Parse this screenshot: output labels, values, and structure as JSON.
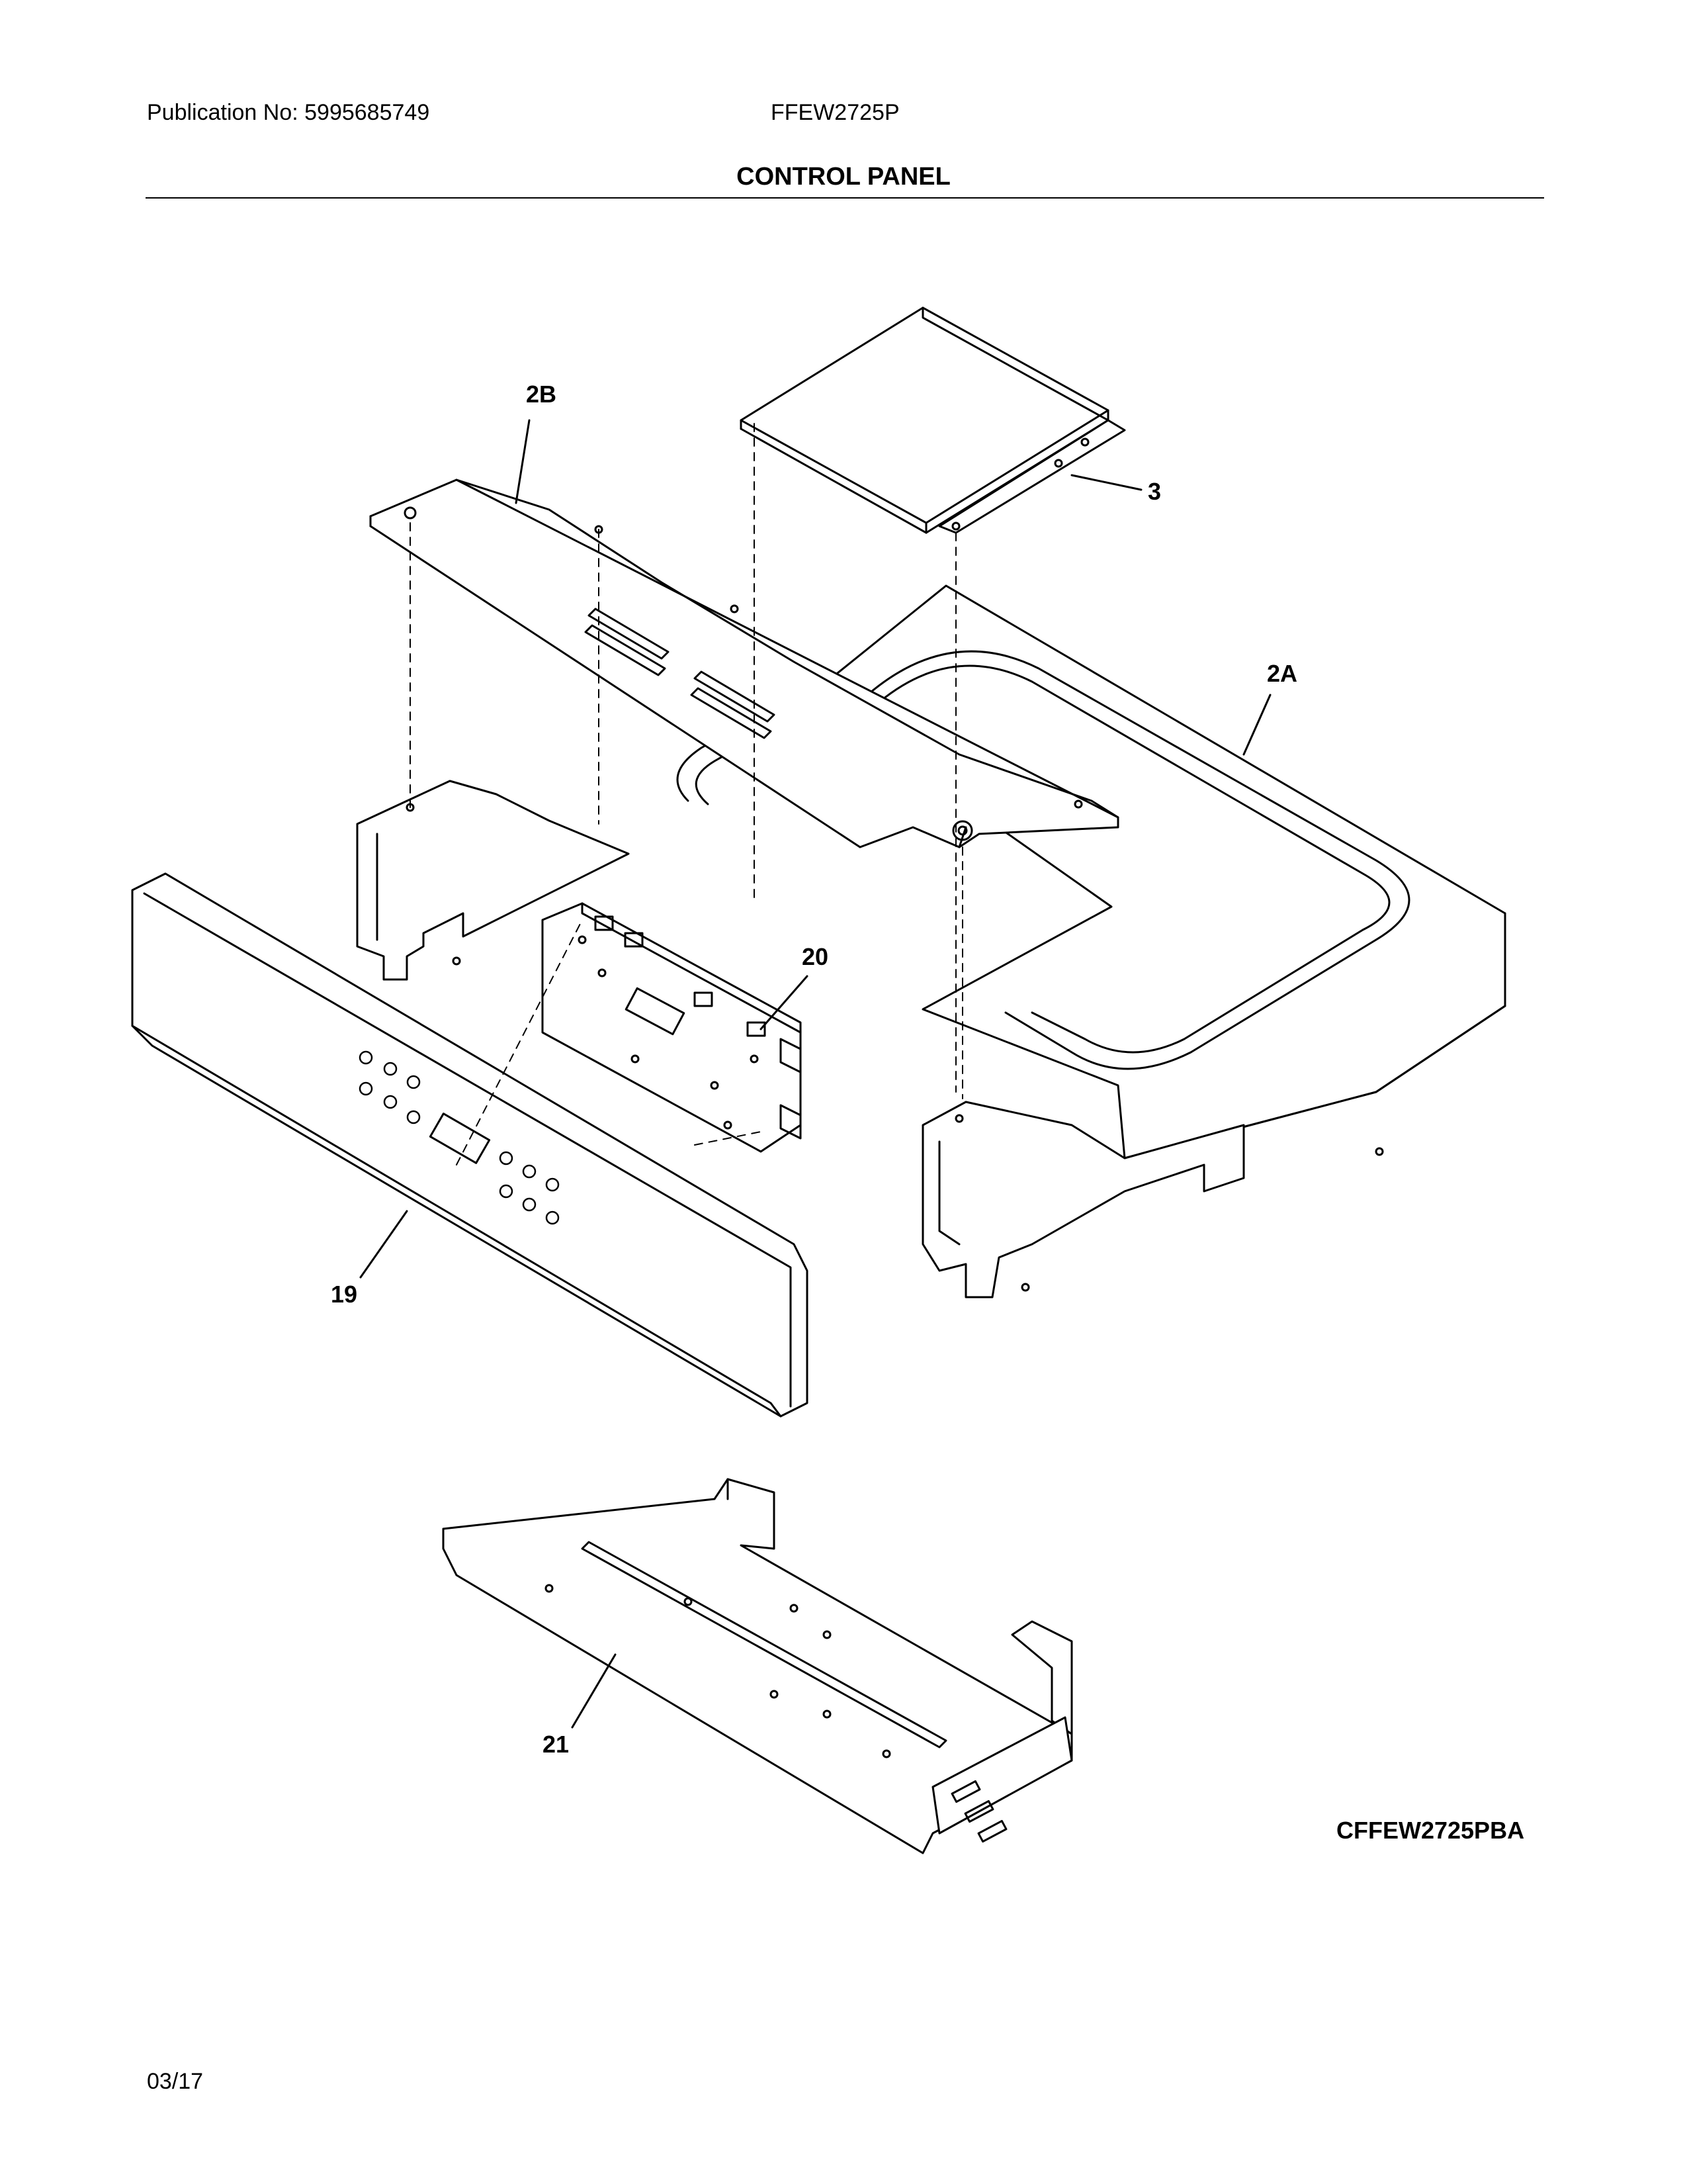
{
  "header": {
    "publication": "Publication No: 5995685749",
    "model": "FFEW2725P",
    "section_title": "CONTROL PANEL"
  },
  "parts": [
    {
      "ref": "2B"
    },
    {
      "ref": "3"
    },
    {
      "ref": "2A"
    },
    {
      "ref": "20"
    },
    {
      "ref": "19"
    },
    {
      "ref": "21"
    }
  ],
  "footer": {
    "diagram_code": "CFFEW2725PBA",
    "date": "03/17"
  }
}
